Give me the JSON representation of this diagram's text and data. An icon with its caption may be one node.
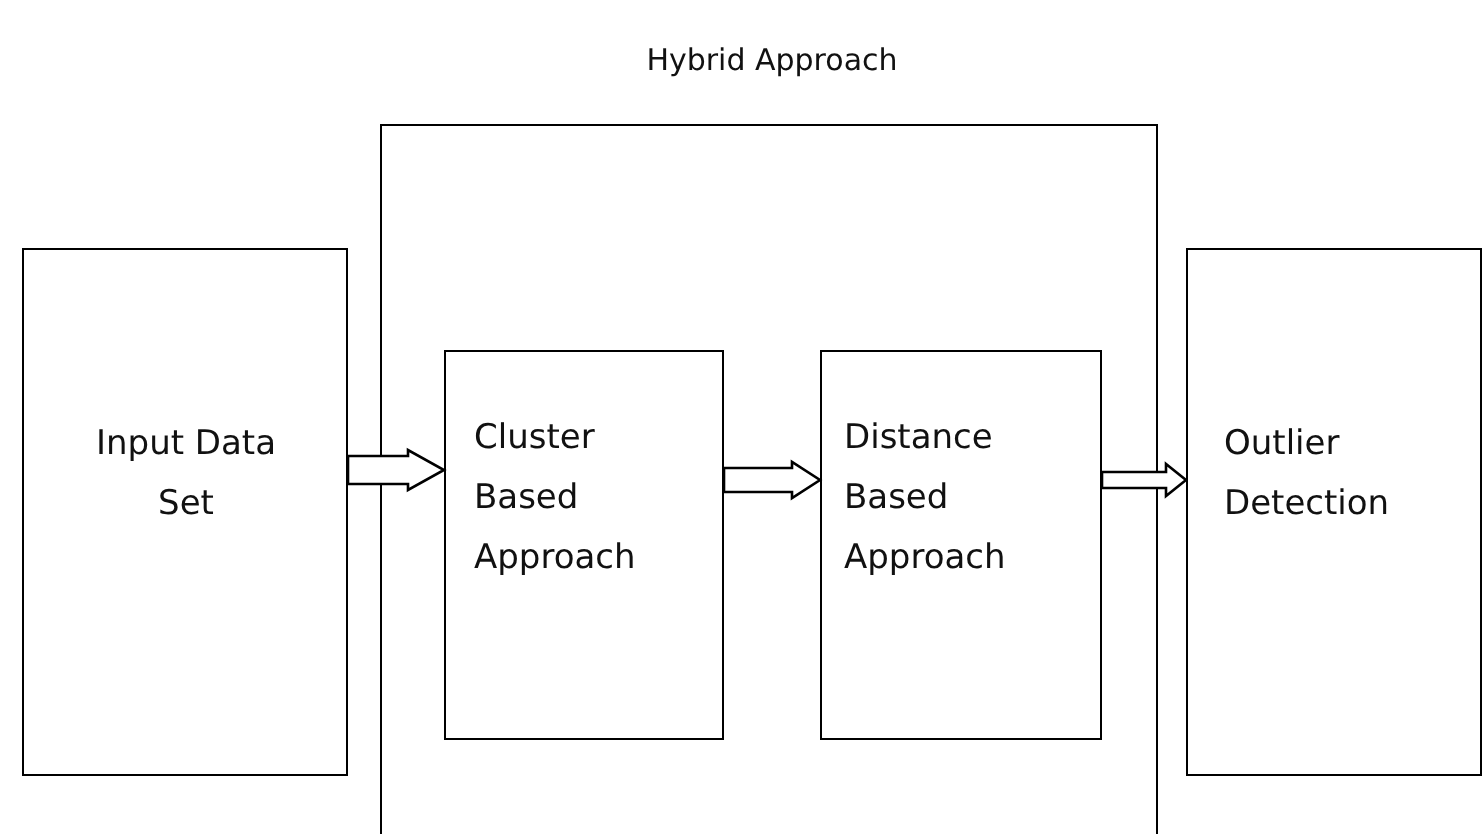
{
  "diagram": {
    "nodes": [
      {
        "text": [
          "Input Data Set"
        ]
      },
      {
        "text": [
          "Hybrid Approach"
        ]
      },
      {
        "text": [
          "Cluster Based Approach"
        ],
        "in": 1
      },
      {
        "text": [
          "Distance Based Approach"
        ],
        "in": 1
      },
      {
        "text": [
          "Outlier Detection"
        ]
      }
    ],
    "edges": [
      {
        "from": 0,
        "to": 2,
        "arrow": "to"
      },
      {
        "from": 2,
        "to": 3,
        "arrow": "to"
      },
      {
        "from": 3,
        "to": 4,
        "arrow": "to"
      }
    ]
  }
}
